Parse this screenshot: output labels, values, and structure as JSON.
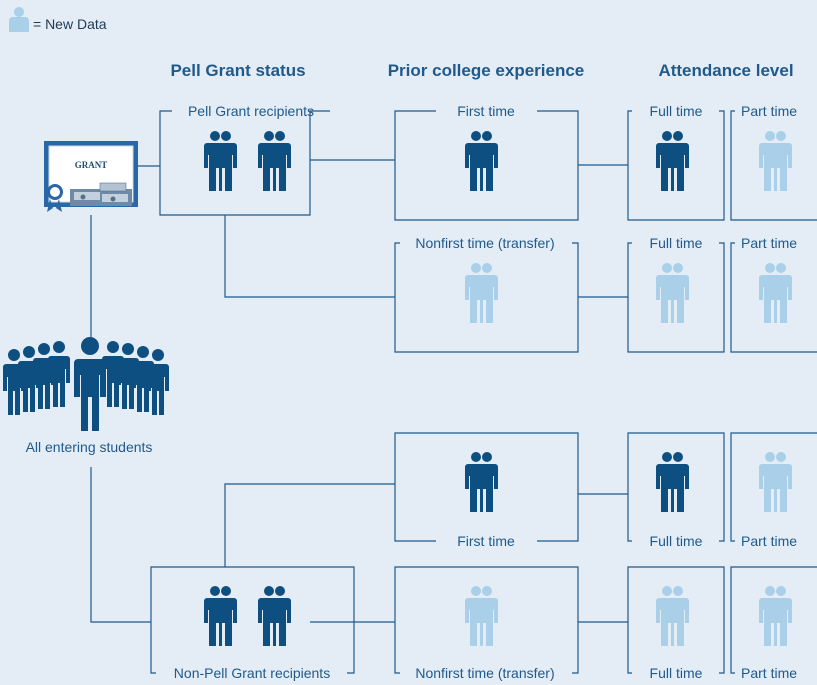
{
  "legend": {
    "text": "= New Data",
    "icon": "new-data-person-icon",
    "new_data_color": "#a9cfe9"
  },
  "colors": {
    "dark": "#0e4f82",
    "light": "#a9cfe9",
    "line": "#1f5a8c",
    "background": "#e4ecf5"
  },
  "headers": {
    "pell_status": "Pell Grant status",
    "prior_college": "Prior college experience",
    "attendance": "Attendance level"
  },
  "grant_document": {
    "label": "GRANT",
    "icon": "grant-certificate-icon"
  },
  "all_students": {
    "label": "All entering students",
    "icon": "crowd-icon"
  },
  "pell_groups": {
    "recipients": {
      "label": "Pell Grant recipients"
    },
    "non_recipients": {
      "label": "Non-Pell Grant recipients"
    }
  },
  "prior_experience": {
    "pell_first": {
      "label": "First time",
      "new_data": false
    },
    "pell_transfer": {
      "label": "Nonfirst time (transfer)",
      "new_data": true
    },
    "nonpell_first": {
      "label": "First time",
      "new_data": false
    },
    "nonpell_transfer": {
      "label": "Nonfirst time (transfer)",
      "new_data": true
    }
  },
  "attendance": {
    "pell_first_full": {
      "label": "Full time",
      "new_data": false
    },
    "pell_first_part": {
      "label": "Part time",
      "new_data": true
    },
    "pell_transfer_full": {
      "label": "Full time",
      "new_data": true
    },
    "pell_transfer_part": {
      "label": "Part time",
      "new_data": true
    },
    "nonpell_first_full": {
      "label": "Full time",
      "new_data": false
    },
    "nonpell_first_part": {
      "label": "Part time",
      "new_data": true
    },
    "nonpell_transfer_full": {
      "label": "Full time",
      "new_data": true
    },
    "nonpell_transfer_part": {
      "label": "Part time",
      "new_data": true
    }
  }
}
